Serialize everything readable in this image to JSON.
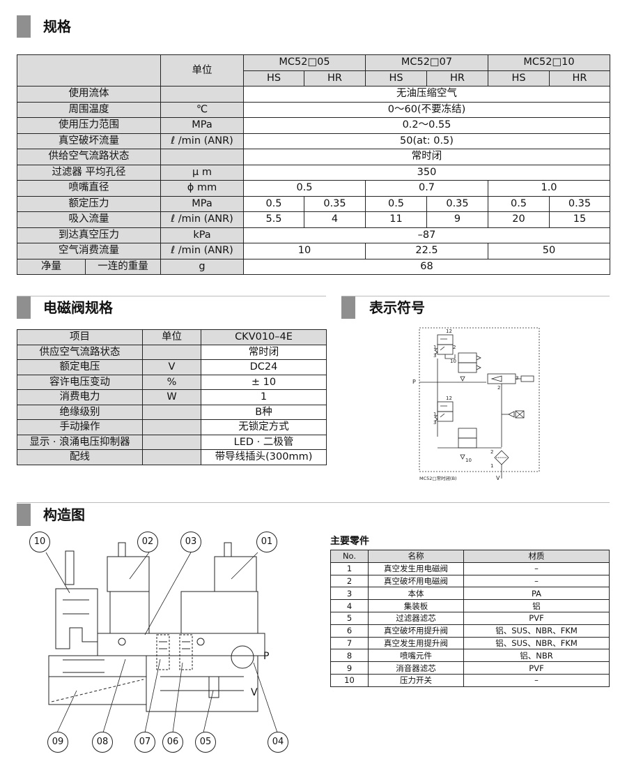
{
  "sections": {
    "spec_title": "规格",
    "solenoid_title": "电磁阀规格",
    "symbol_title": "表示符号",
    "structure_title": "构造图"
  },
  "spec": {
    "unit_header": "单位",
    "models": [
      "MC52□05",
      "MC52□07",
      "MC52□10"
    ],
    "sub": [
      "HS",
      "HR"
    ],
    "rows": {
      "fluid": {
        "label": "使用流体",
        "unit": "",
        "value": "无油压缩空气"
      },
      "temp": {
        "label": "周围温度",
        "unit": "℃",
        "value": "0～60(不要冻结)"
      },
      "pressure_range": {
        "label": "使用压力范围",
        "unit": "MPa",
        "value": "0.2～0.55"
      },
      "break_flow": {
        "label": "真空破坏流量",
        "unit": "ℓ /min (ANR)",
        "value": "50(at: 0.5)"
      },
      "supply_state": {
        "label": "供给空气流路状态",
        "unit": "",
        "value": "常时闭"
      },
      "filter": {
        "label": "过滤器 平均孔径",
        "unit": "μ m",
        "value": "350"
      },
      "nozzle": {
        "label": "喷嘴直径",
        "unit": "ϕ mm",
        "values": [
          "0.5",
          "0.7",
          "1.0"
        ]
      },
      "rated_pressure": {
        "label": "额定压力",
        "unit": "MPa",
        "values": [
          "0.5",
          "0.35",
          "0.5",
          "0.35",
          "0.5",
          "0.35"
        ]
      },
      "suction": {
        "label": "吸入流量",
        "unit": "ℓ /min (ANR)",
        "values": [
          "5.5",
          "4",
          "11",
          "9",
          "20",
          "15"
        ]
      },
      "vacuum": {
        "label": "到达真空压力",
        "unit": "kPa",
        "value": "–87"
      },
      "air_consumption": {
        "label": "空气消费流量",
        "unit": "ℓ /min (ANR)",
        "values": [
          "10",
          "22.5",
          "50"
        ]
      },
      "weight": {
        "label1": "净量",
        "label2": "一连的重量",
        "unit": "g",
        "value": "68"
      }
    }
  },
  "solenoid": {
    "headers": [
      "项目",
      "单位",
      "CKV010–4E"
    ],
    "rows": [
      {
        "item": "供应空气流路状态",
        "unit": "",
        "value": "常时闭"
      },
      {
        "item": "额定电压",
        "unit": "V",
        "value": "DC24"
      },
      {
        "item": "容许电压变动",
        "unit": "%",
        "value": "± 10"
      },
      {
        "item": "消费电力",
        "unit": "W",
        "value": "1"
      },
      {
        "item": "绝缘级别",
        "unit": "",
        "value": "B种"
      },
      {
        "item": "手动操作",
        "unit": "",
        "value": "无锁定方式"
      },
      {
        "item": "显示 · 浪涌电压抑制器",
        "unit": "",
        "value": "LED · 二极管"
      },
      {
        "item": "配线",
        "unit": "",
        "value": "带导线插头(300mm)"
      }
    ]
  },
  "symbol": {
    "caption": "MC52□常时闭(B)",
    "port_p": "P",
    "port_v": "V",
    "nums": {
      "n12": "12",
      "n1": "1",
      "n2": "2",
      "n3": "3",
      "n10": "10"
    }
  },
  "structure": {
    "callouts": [
      "10",
      "02",
      "03",
      "01",
      "09",
      "08",
      "07",
      "06",
      "05",
      "04"
    ],
    "port_p": "P",
    "port_v": "V"
  },
  "parts": {
    "title": "主要零件",
    "headers": [
      "No.",
      "名称",
      "材质"
    ],
    "rows": [
      {
        "no": "1",
        "name": "真空发生用电磁阀",
        "material": "–"
      },
      {
        "no": "2",
        "name": "真空破坏用电磁阀",
        "material": "–"
      },
      {
        "no": "3",
        "name": "本体",
        "material": "PA"
      },
      {
        "no": "4",
        "name": "集装板",
        "material": "铝"
      },
      {
        "no": "5",
        "name": "过滤器滤芯",
        "material": "PVF"
      },
      {
        "no": "6",
        "name": "真空破坏用提升阀",
        "material": "铝、SUS、NBR、FKM"
      },
      {
        "no": "7",
        "name": "真空发生用提升阀",
        "material": "铝、SUS、NBR、FKM"
      },
      {
        "no": "8",
        "name": "喷嘴元件",
        "material": "铝、NBR"
      },
      {
        "no": "9",
        "name": "消音器滤芯",
        "material": "PVF"
      },
      {
        "no": "10",
        "name": "压力开关",
        "material": "–"
      }
    ]
  }
}
